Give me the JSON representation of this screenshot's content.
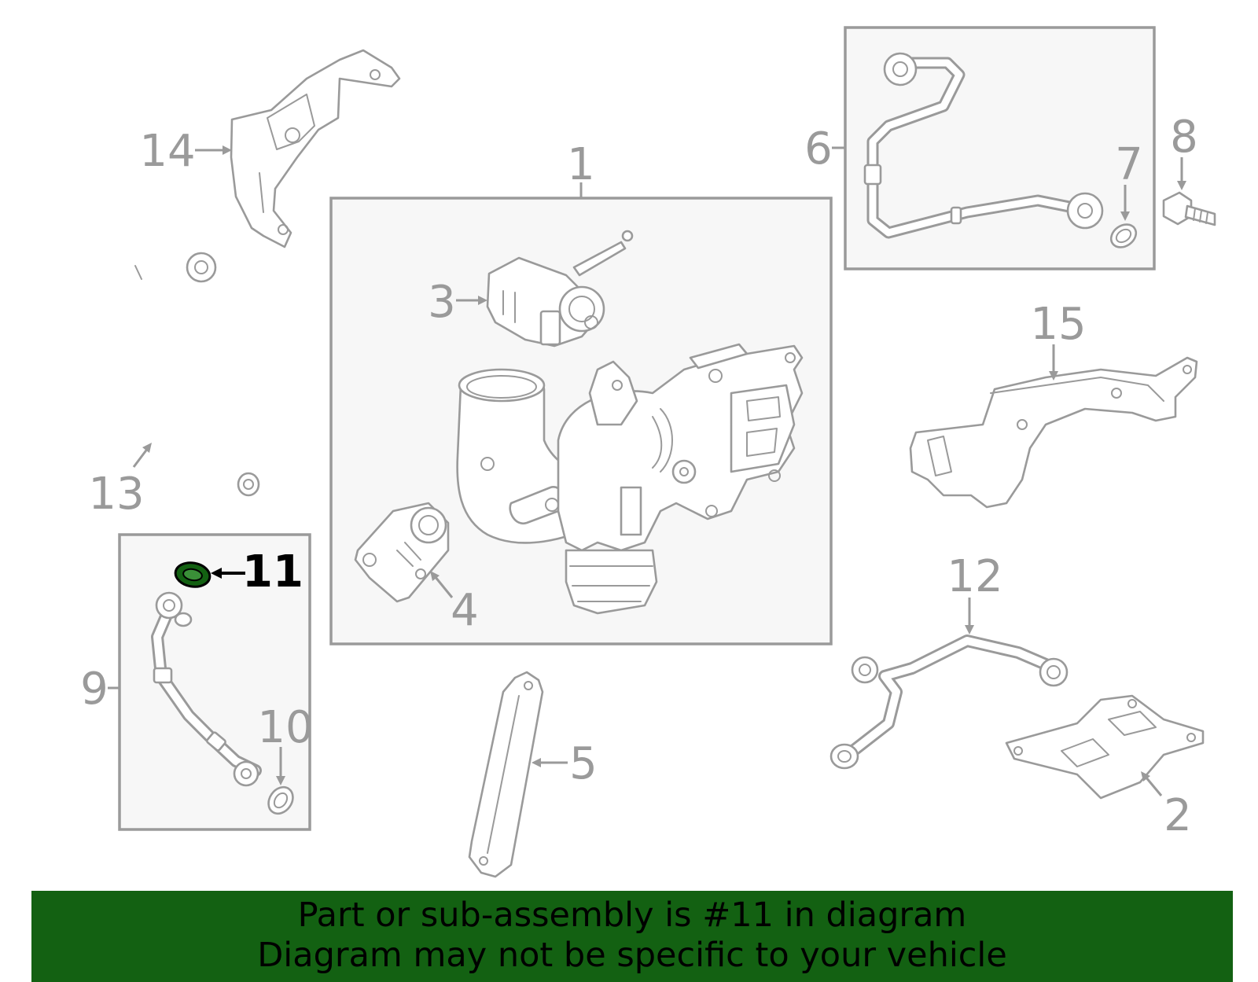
{
  "diagram": {
    "highlight_color": "#136112",
    "line_color": "#9a9a9a",
    "callouts": [
      {
        "id": "1",
        "text": "1"
      },
      {
        "id": "2",
        "text": "2"
      },
      {
        "id": "3",
        "text": "3"
      },
      {
        "id": "4",
        "text": "4"
      },
      {
        "id": "5",
        "text": "5"
      },
      {
        "id": "6",
        "text": "6"
      },
      {
        "id": "7",
        "text": "7"
      },
      {
        "id": "8",
        "text": "8"
      },
      {
        "id": "9",
        "text": "9"
      },
      {
        "id": "10",
        "text": "10"
      },
      {
        "id": "11",
        "text": "11",
        "highlighted": true
      },
      {
        "id": "12",
        "text": "12"
      },
      {
        "id": "13",
        "text": "13"
      },
      {
        "id": "14",
        "text": "14"
      },
      {
        "id": "15",
        "text": "15"
      }
    ]
  },
  "banner": {
    "background": "#136112",
    "line1": "Part or sub-assembly is #11 in diagram",
    "line2": "Diagram may not be specific to your vehicle"
  }
}
